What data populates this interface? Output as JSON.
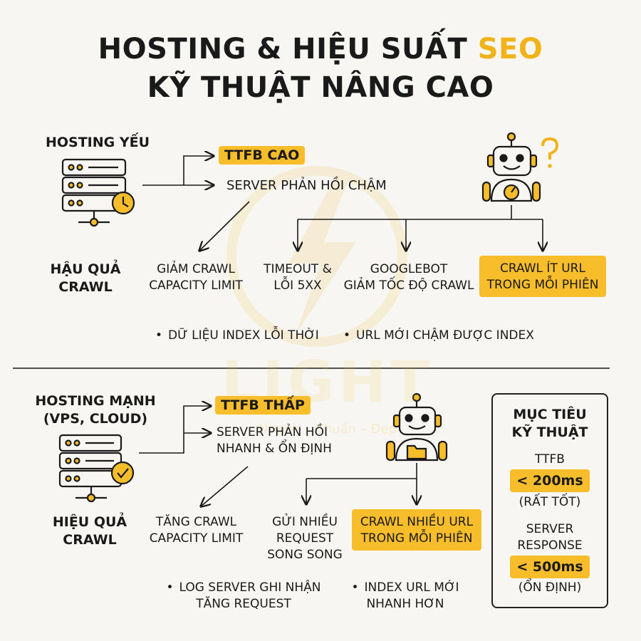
{
  "title": {
    "line1_main": "HOSTING & HIỆU SUẤT",
    "line1_accent": "SEO",
    "line2": "KỸ THUẬT NÂNG CAO"
  },
  "weak": {
    "label": "HOSTING YẾU",
    "ttfb": "TTFB CAO",
    "server": "SERVER PHẢN HỒI CHẬM",
    "result_label_l1": "HẬU QUẢ",
    "result_label_l2": "CRAWL",
    "effects": [
      {
        "l1": "GIẢM CRAWL",
        "l2": "CAPACITY LIMIT"
      },
      {
        "l1": "TIMEOUT &",
        "l2": "LỖI 5XX"
      },
      {
        "l1": "GOOGLEBOT",
        "l2": "GIẢM TỐC ĐỘ CRAWL"
      },
      {
        "l1": "CRAWL ÍT URL",
        "l2": "TRONG MỖI PHIÊN"
      }
    ],
    "bullets": [
      "DỮ LIỆU INDEX LỖI THỜI",
      "URL MỚI CHẬM ĐƯỢC INDEX"
    ]
  },
  "strong": {
    "label_l1": "HOSTING MẠNH",
    "label_l2": "(VPS, CLOUD)",
    "ttfb": "TTFB THẤP",
    "server_l1": "SERVER PHẢN HỒI",
    "server_l2": "NHANH & ỔN ĐỊNH",
    "result_label_l1": "HIỆU QUẢ",
    "result_label_l2": "CRAWL",
    "effects": [
      {
        "l1": "TĂNG CRAWL",
        "l2": "CAPACITY LIMIT"
      },
      {
        "l1": "GỬI NHIỀU",
        "l2": "REQUEST",
        "l3": "SONG SONG"
      },
      {
        "l1": "CRAWL NHIỀU URL",
        "l2": "TRONG MỖI PHIÊN"
      }
    ],
    "bullets": [
      {
        "l1": "LOG SERVER GHI NHẬN",
        "l2": "TĂNG REQUEST"
      },
      {
        "l1": "INDEX URL MỚI",
        "l2": "NHANH HƠN"
      }
    ]
  },
  "targets": {
    "title_l1": "MỤC TIÊU",
    "title_l2": "KỸ THUẬT",
    "ttfb_label": "TTFB",
    "ttfb_value": "< 200ms",
    "ttfb_note": "(RẤT TỐT)",
    "server_label_l1": "SERVER",
    "server_label_l2": "RESPONSE",
    "server_value": "< 500ms",
    "server_note": "(ỔN ĐỊNH)"
  },
  "watermark": {
    "main": "LIGHT",
    "sub": "Nhanh – Chuẩn – Đẹp"
  },
  "icons": {
    "weak_server": "server-clock-icon",
    "strong_server": "server-check-icon",
    "confused_robot": "robot-question-icon",
    "happy_robot": "robot-folder-icon"
  },
  "colors": {
    "accent": "#f7bd2b",
    "ink": "#1a1a1a",
    "background": "#f7f6f2"
  }
}
